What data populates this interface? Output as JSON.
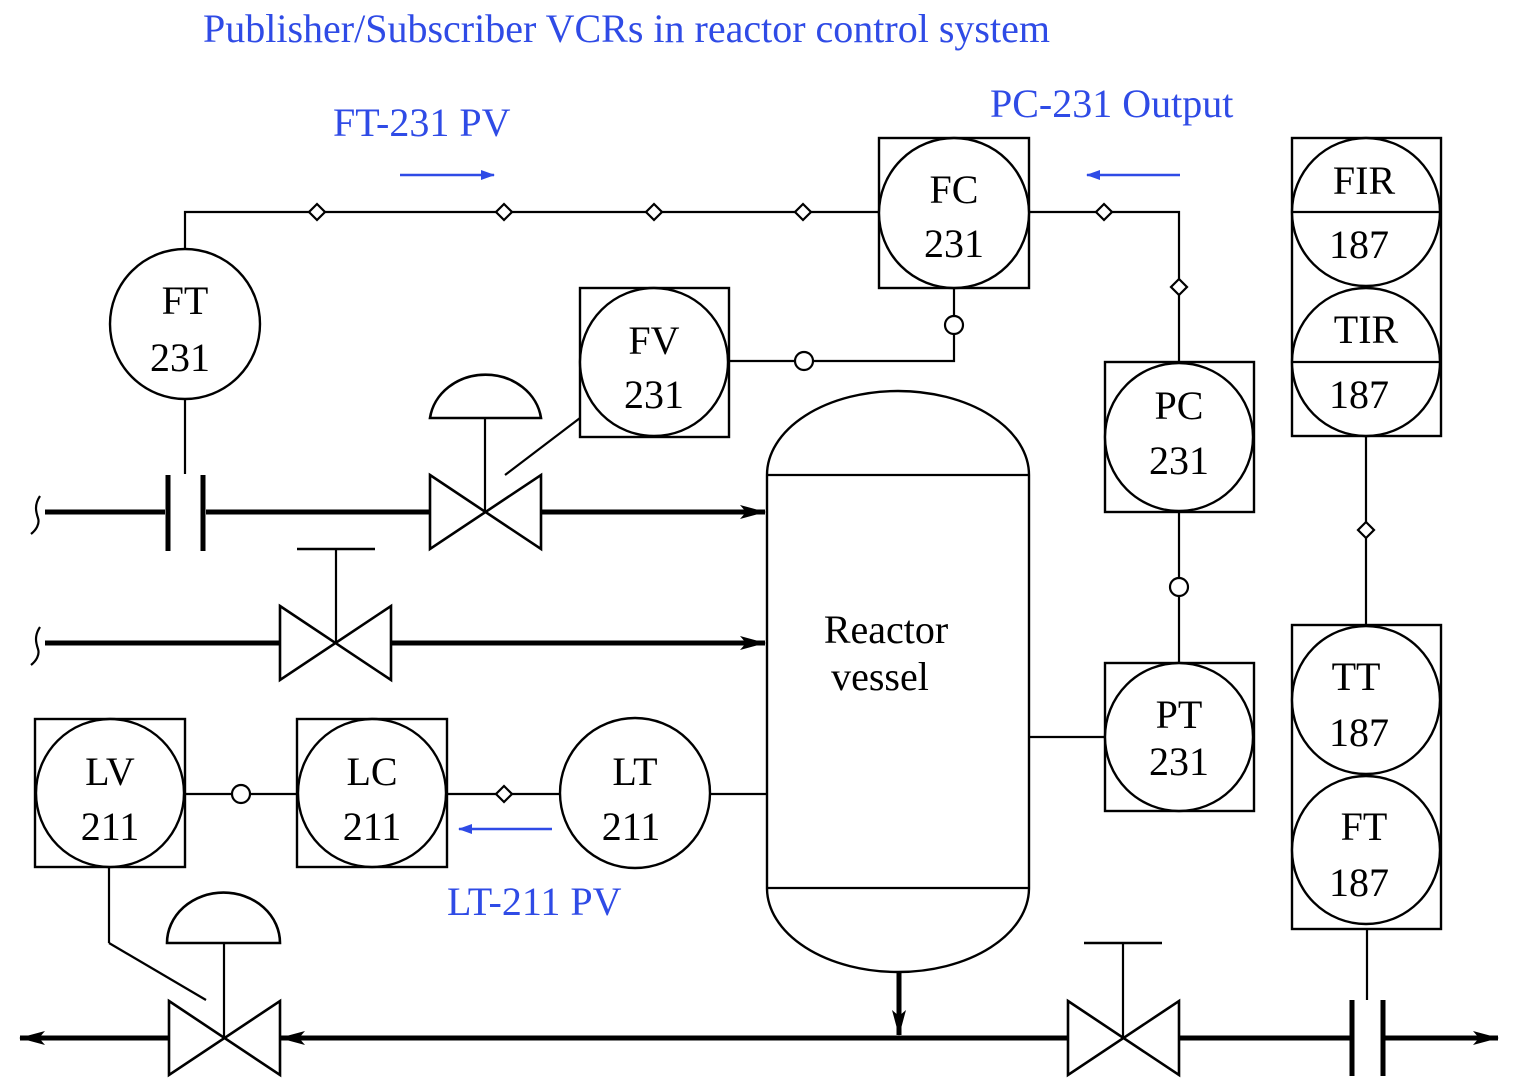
{
  "title": "Publisher/Subscriber VCRs in reactor control system",
  "labels": {
    "ft231_pv": "FT-231 PV",
    "pc231_output": "PC-231 Output",
    "lt211_pv": "LT-211 PV"
  },
  "vessel": {
    "line1": "Reactor",
    "line2": "vessel"
  },
  "instruments": {
    "ft231": {
      "tag": "FT",
      "loop": "231"
    },
    "fv231": {
      "tag": "FV",
      "loop": "231"
    },
    "fc231": {
      "tag": "FC",
      "loop": "231"
    },
    "pc231": {
      "tag": "PC",
      "loop": "231"
    },
    "pt231": {
      "tag": "PT",
      "loop": "231"
    },
    "lv211": {
      "tag": "LV",
      "loop": "211"
    },
    "lc211": {
      "tag": "LC",
      "loop": "211"
    },
    "lt211": {
      "tag": "LT",
      "loop": "211"
    },
    "fir187": {
      "tag": "FIR",
      "loop": "187"
    },
    "tir187": {
      "tag": "TIR",
      "loop": "187"
    },
    "tt187": {
      "tag": "TT",
      "loop": "187"
    },
    "ft187": {
      "tag": "FT",
      "loop": "187"
    }
  },
  "colors": {
    "annotation": "#2f4be6",
    "line": "#000000"
  }
}
